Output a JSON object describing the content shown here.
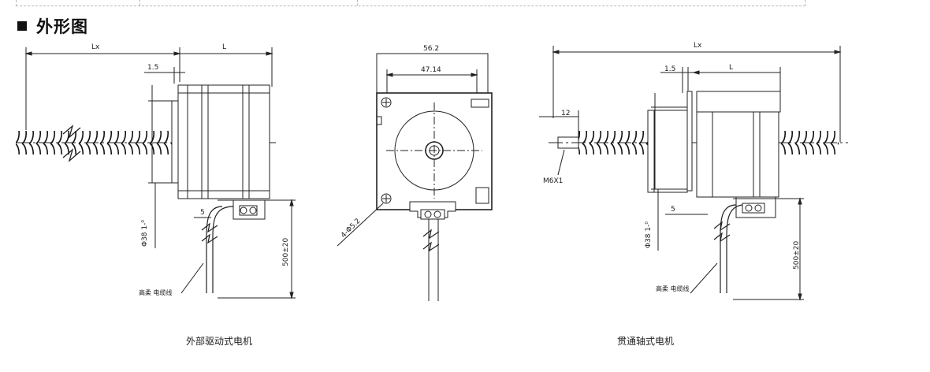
{
  "section": {
    "title": "外形图"
  },
  "drawings": [
    {
      "caption": "外部驱动式电机",
      "dims": {
        "lx": "Lx",
        "l": "L",
        "flange": "1.5",
        "boss": "Φ38 1-⁰",
        "gap": "5",
        "cable_len": "500±20"
      },
      "cable_label": "高柔 电缆线"
    },
    {
      "caption": "",
      "dims": {
        "outer": "56.2",
        "hole_pitch": "47.14",
        "holes": "4-Φ5.2"
      }
    },
    {
      "caption": "贯通轴式电机",
      "dims": {
        "lx": "Lx",
        "l": "L",
        "flange": "1.5",
        "end": "12",
        "thread": "M6X1",
        "boss": "Φ38 1-⁰",
        "gap": "5",
        "cable_len": "500±20"
      },
      "cable_label": "高柔 电缆线"
    }
  ]
}
